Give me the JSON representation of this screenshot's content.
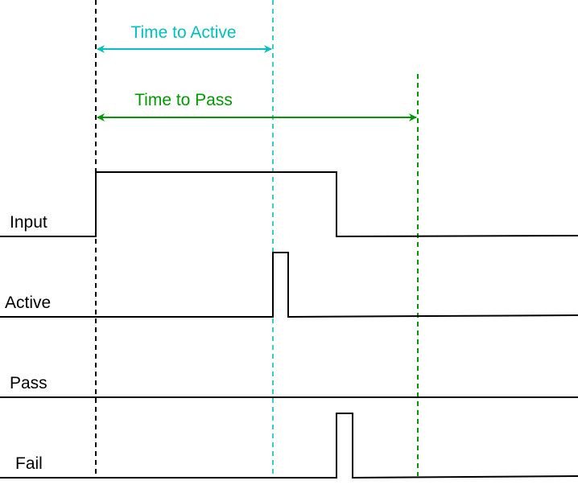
{
  "annotations": {
    "time_to_active": {
      "label": "Time to Active",
      "color": "#00C0C0"
    },
    "time_to_pass": {
      "label": "Time to Pass",
      "color": "#009900"
    }
  },
  "signals": [
    {
      "id": "input",
      "label": "Input"
    },
    {
      "id": "active",
      "label": "Active"
    },
    {
      "id": "pass",
      "label": "Pass"
    },
    {
      "id": "fail",
      "label": "Fail"
    }
  ],
  "colors": {
    "trace": "#000000",
    "reference_marker": "#000000",
    "active_marker": "#00C0C0",
    "pass_marker": "#009900"
  }
}
